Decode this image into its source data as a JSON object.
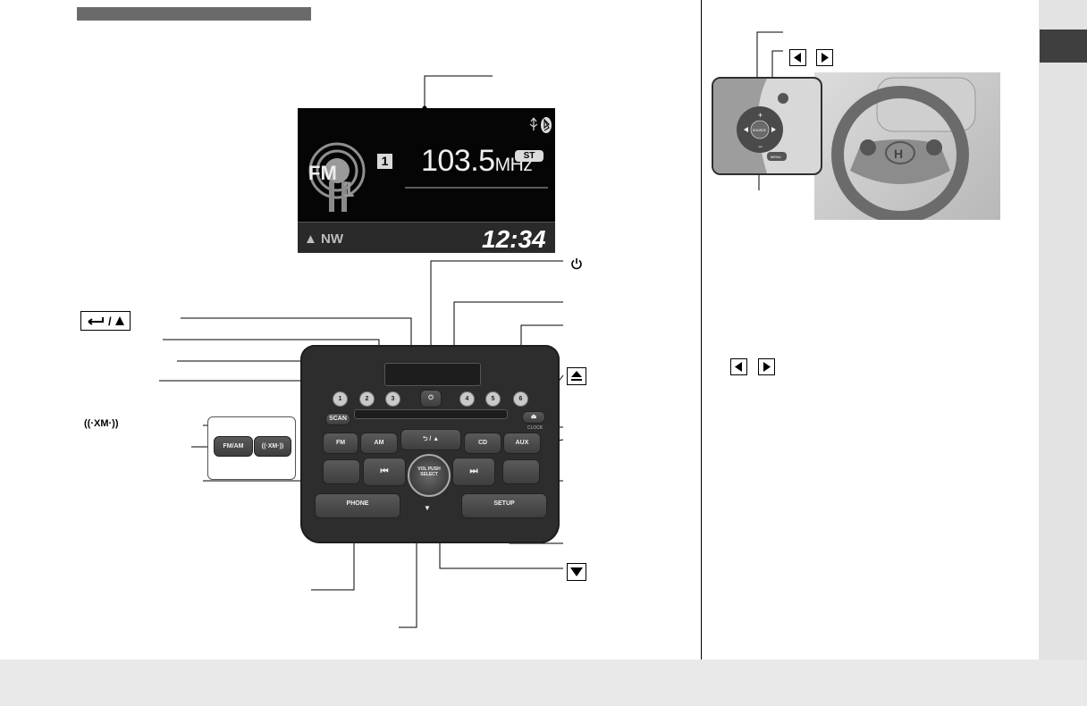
{
  "display": {
    "band": "FM",
    "band_number": "1",
    "preset": "1",
    "frequency": "103.5",
    "frequency_unit": "MHz",
    "stereo": "ST",
    "compass": "NW",
    "clock": "12:34"
  },
  "unit": {
    "presets": [
      "1",
      "2",
      "3",
      "4",
      "5",
      "6"
    ],
    "scan_label": "SCAN",
    "fm_label": "FM",
    "am_label": "AM",
    "return_label": "⮌ / ▲",
    "cd_label": "CD",
    "aux_label": "AUX",
    "knob_label": "VOL PUSH SELECT",
    "phone_label": "PHONE",
    "setup_label": "SETUP",
    "clock_label": "CLOCK",
    "down_label": "▼"
  },
  "insert": {
    "fmam_label": "FM/AM",
    "xm_label": "((·XM·))"
  },
  "callouts": {
    "xm_icon_label": "((·XM·))"
  },
  "wheel": {
    "plus": "+",
    "minus": "−",
    "source": "SOURCE",
    "menu": "MENU"
  },
  "colors": {
    "tab": "#3f3f3f",
    "sidebar": "#e3e3e3",
    "header_bar": "#6a6a6a"
  }
}
